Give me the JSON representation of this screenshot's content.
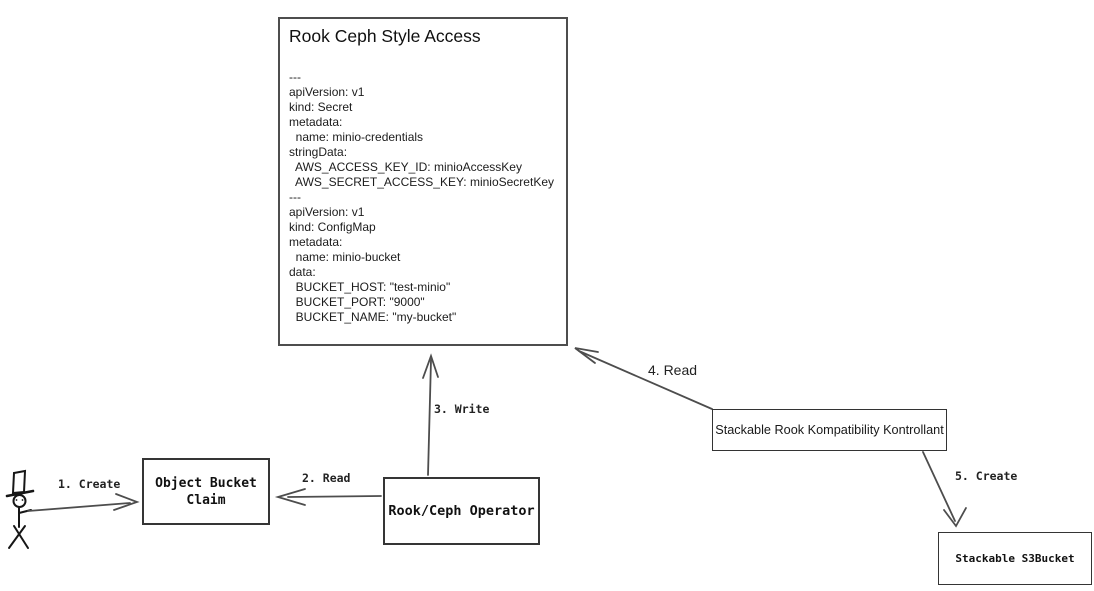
{
  "main_box": {
    "title": "Rook Ceph Style Access",
    "yaml": "---\napiVersion: v1\nkind: Secret\nmetadata:\n  name: minio-credentials\nstringData:\n  AWS_ACCESS_KEY_ID: minioAccessKey\n  AWS_SECRET_ACCESS_KEY: minioSecretKey\n---\napiVersion: v1\nkind: ConfigMap\nmetadata:\n  name: minio-bucket\ndata:\n  BUCKET_HOST: \"test-minio\"\n  BUCKET_PORT: \"9000\"\n  BUCKET_NAME: \"my-bucket\""
  },
  "nodes": {
    "object_bucket_claim": {
      "label": "Object Bucket\nClaim"
    },
    "rook_ceph_operator": {
      "label": "Rook/Ceph Operator"
    },
    "stackable_rook_kompatibility_kontrollant": {
      "label": "Stackable Rook Kompatibility Kontrollant"
    },
    "stackable_s3bucket": {
      "label": "Stackable S3Bucket"
    }
  },
  "edges": {
    "create_claim": {
      "label": "1. Create"
    },
    "read_claim": {
      "label": "2. Read"
    },
    "write_config": {
      "label": "3. Write"
    },
    "read_config": {
      "label": "4. Read"
    },
    "create_s3bucket": {
      "label": "5. Create"
    }
  },
  "colors": {
    "line": "#4d4d4d",
    "box_border": "#353535",
    "text": "#1a1a1a",
    "background": "#ffffff"
  }
}
